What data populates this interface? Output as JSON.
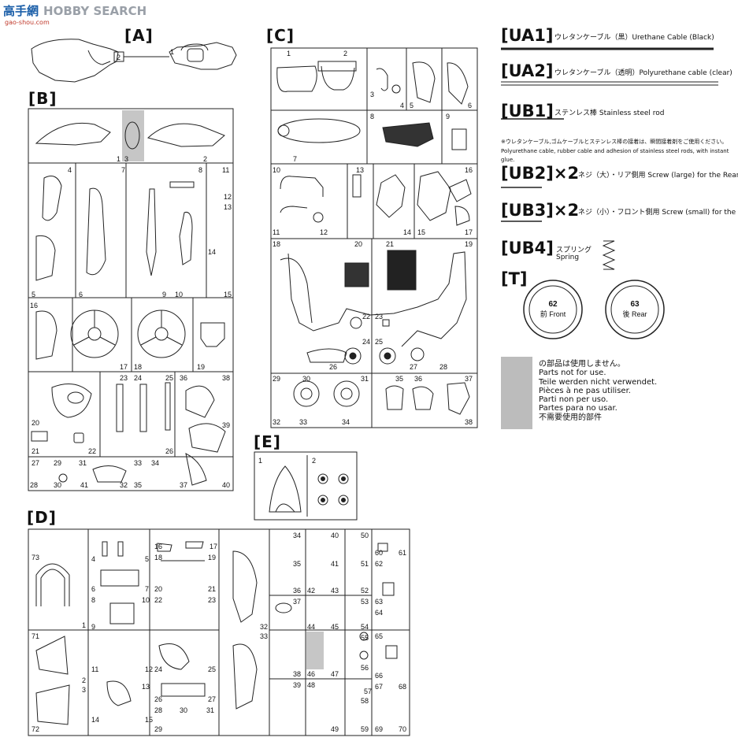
{
  "watermark": {
    "cn": "高手網",
    "en": "HOBBY SEARCH",
    "url": "gao-shou.com"
  },
  "sections": {
    "A": "[A]",
    "B": "[B]",
    "C": "[C]",
    "D": "[D]",
    "E": "[E]"
  },
  "parts_A": [
    "2",
    "1"
  ],
  "parts_B": [
    "1",
    "2",
    "3",
    "4",
    "5",
    "6",
    "7",
    "8",
    "9",
    "10",
    "11",
    "12",
    "13",
    "14",
    "15",
    "16",
    "17",
    "18",
    "19",
    "20",
    "21",
    "22",
    "23",
    "24",
    "25",
    "26",
    "27",
    "28",
    "29",
    "30",
    "31",
    "32",
    "33",
    "34",
    "35",
    "36",
    "37",
    "38",
    "39",
    "40",
    "41"
  ],
  "parts_C": [
    "1",
    "2",
    "3",
    "4",
    "5",
    "6",
    "7",
    "8",
    "9",
    "10",
    "11",
    "12",
    "13",
    "14",
    "15",
    "16",
    "17",
    "18",
    "19",
    "20",
    "21",
    "22",
    "23",
    "24",
    "25",
    "26",
    "27",
    "28",
    "29",
    "30",
    "31",
    "32",
    "33",
    "34",
    "35",
    "36",
    "37",
    "38"
  ],
  "parts_D": [
    "1",
    "2",
    "3",
    "4",
    "5",
    "6",
    "7",
    "8",
    "9",
    "10",
    "11",
    "12",
    "13",
    "14",
    "15",
    "16",
    "17",
    "18",
    "19",
    "20",
    "21",
    "22",
    "23",
    "24",
    "25",
    "26",
    "27",
    "28",
    "29",
    "30",
    "31",
    "32",
    "33",
    "34",
    "35",
    "36",
    "37",
    "38",
    "39",
    "40",
    "41",
    "42",
    "43",
    "44",
    "45",
    "46",
    "47",
    "48",
    "49",
    "50",
    "51",
    "52",
    "53",
    "54",
    "55",
    "56",
    "57",
    "58",
    "59",
    "60",
    "61",
    "62",
    "63",
    "64",
    "65",
    "66",
    "67",
    "68",
    "69",
    "70",
    "71",
    "72",
    "73"
  ],
  "parts_E": [
    "1",
    "2"
  ],
  "legend": {
    "UA1": {
      "code": "[UA1]",
      "desc": "ウレタンケーブル（黒）Urethane Cable (Black)"
    },
    "UA2": {
      "code": "[UA2]",
      "desc": "ウレタンケーブル（透明）Polyurethane cable (clear)"
    },
    "UB1": {
      "code": "[UB1]",
      "desc": "ステンレス棒 Stainless steel rod"
    },
    "note_jp": "※ウレタンケーブル,ゴムケーブルとステンレス棒の接着は、瞬間接着剤をご使用ください。",
    "note_en": "Polyurethane cable, rubber cable and adhesion of stainless steel rods, with instant glue.",
    "UB2": {
      "code": "[UB2]×2",
      "desc": "ネジ（大）・リア側用 Screw (large) for the Rear"
    },
    "UB3": {
      "code": "[UB3]×2",
      "desc": "ネジ（小）・フロント側用 Screw (small) for the Front"
    },
    "UB4": {
      "code": "[UB4]",
      "desc_jp": "スプリング",
      "desc_en": "Spring"
    },
    "T": {
      "code": "[T]"
    }
  },
  "tires": [
    {
      "num": "62",
      "label": "前 Front"
    },
    {
      "num": "63",
      "label": "後 Rear"
    }
  ],
  "not_used": {
    "lines": [
      "の部品は使用しません。",
      "Parts not for use.",
      "Teile werden nicht verwendet.",
      "Pièces à ne pas utiliser.",
      "Parti non per uso.",
      "Partes para no usar.",
      "不需要使用的部件"
    ],
    "color": "#bcbcbc"
  }
}
